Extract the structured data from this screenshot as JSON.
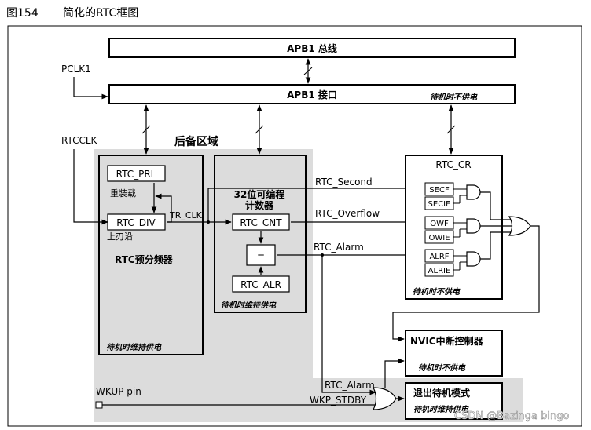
{
  "caption": {
    "number": "图154",
    "title": "简化的RTC框图"
  },
  "bus": {
    "apb1_bus": "APB1 总线",
    "apb1_interface": "APB1 接口",
    "interface_note": "待机时不供电"
  },
  "inputs": {
    "pclk1": "PCLK1",
    "rtcclk": "RTCCLK",
    "wkup_pin": "WKUP pin"
  },
  "backup_domain": {
    "label": "后备区域"
  },
  "prescaler": {
    "rtc_prl": "RTC_PRL",
    "reload": "重装载",
    "rtc_div": "RTC_DIV",
    "edge": "上刃沿",
    "title": "RTC预分频器",
    "note": "待机时维持供电"
  },
  "counter": {
    "title_line1": "32位可编程",
    "title_line2": "计数器",
    "rtc_cnt": "RTC_CNT",
    "equals": "=",
    "rtc_alr": "RTC_ALR",
    "note": "待机时维持供电"
  },
  "signals": {
    "tr_clk": "TR_CLK",
    "rtc_second": "RTC_Second",
    "rtc_overflow": "RTC_Overflow",
    "rtc_alarm": "RTC_Alarm",
    "rtc_alarm_2": "RTC_Alarm",
    "wkp_stdby": "WKP_STDBY"
  },
  "rtc_cr": {
    "title": "RTC_CR",
    "flags": [
      "SECF",
      "SECIE",
      "OWF",
      "OWIE",
      "ALRF",
      "ALRIE"
    ],
    "note": "待机时不供电"
  },
  "nvic": {
    "title": "NVIC中断控制器",
    "note": "待机时不供电"
  },
  "standby": {
    "title": "退出待机模式",
    "note": "待机时维持供电"
  },
  "watermark": "CSDN @Bazinga bingo"
}
